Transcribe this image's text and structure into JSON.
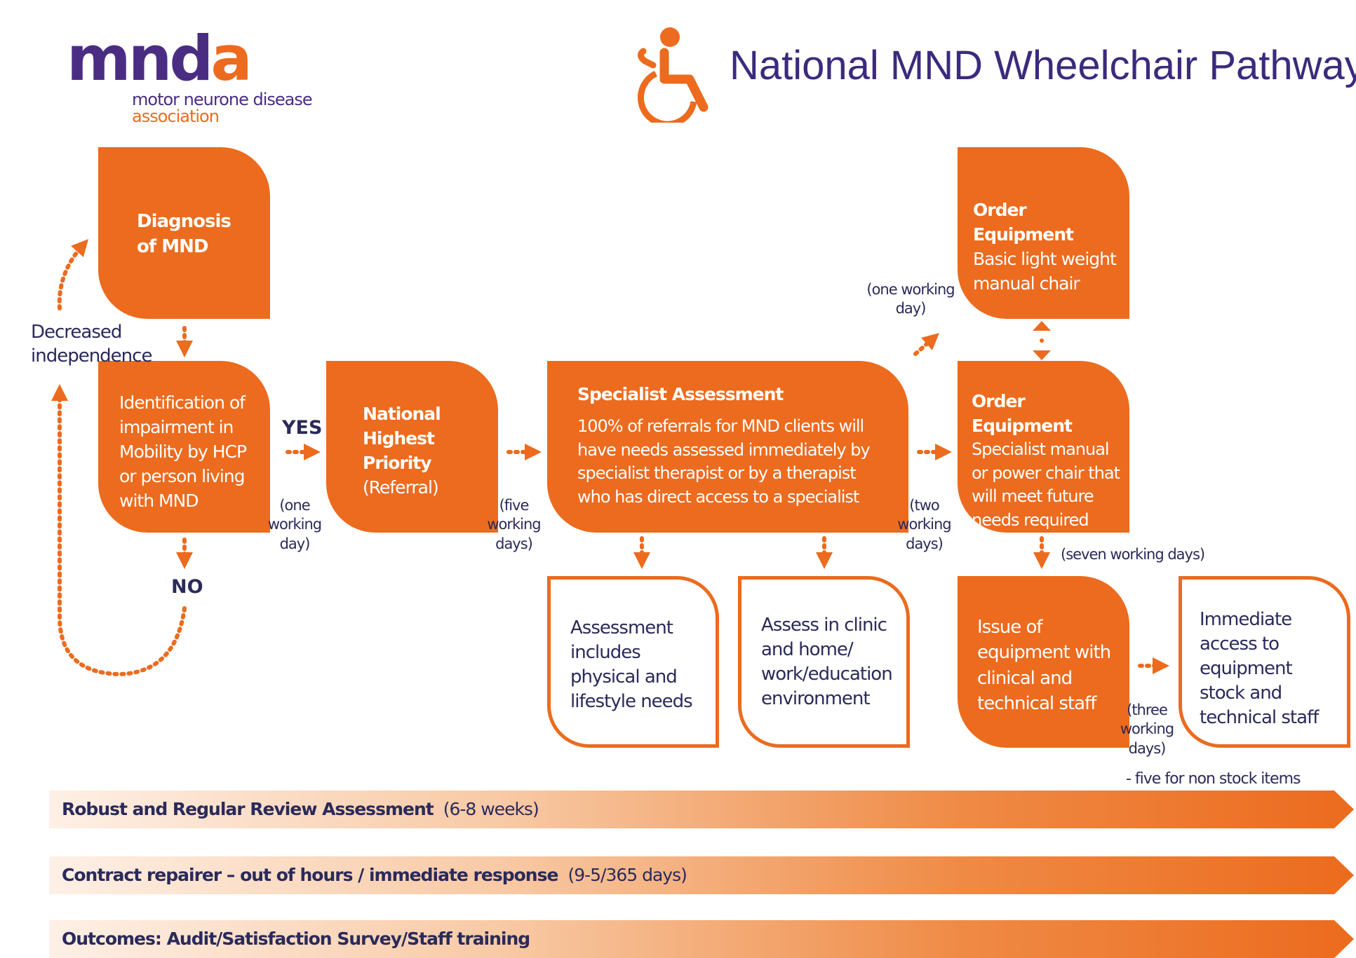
{
  "logo": {
    "word_main": "mnd",
    "word_accent": "a",
    "sub_line1": "motor neurone disease",
    "sub_line2": "association"
  },
  "title": "National MND Wheelchair Pathway",
  "colors": {
    "accent": "#ec6b1e",
    "brand_purple": "#4a2d83",
    "text": "#2a2a5a"
  },
  "icons": [
    "wheelchair-user-icon"
  ],
  "boxes": {
    "diagnosis": "Diagnosis of MND",
    "identification": "Identification of impairment in Mobility by HCP or person living with MND",
    "national_priority": {
      "title": "National Highest Priority",
      "sub": "(Referral)"
    },
    "specialist": {
      "title": "Specialist Assessment",
      "body": "100% of referrals for MND clients will have needs assessed immediately by specialist therapist or by a therapist who has direct access to a specialist"
    },
    "order_basic": {
      "title": "Order Equipment",
      "body": "Basic light weight manual chair"
    },
    "order_specialist": {
      "title": "Order Equipment",
      "body": "Specialist manual or power chair that will meet future needs required"
    },
    "assessment_includes": "Assessment includes physical and lifestyle needs",
    "assess_clinic": "Assess in clinic and home/ work/education environment",
    "issue": "Issue of equipment with clinical and technical staff",
    "immediate_access": "Immediate access to equipment stock and technical staff"
  },
  "labels": {
    "decreased": "Decreased independence",
    "yes": "YES",
    "no": "NO",
    "one_day_a": "(one working day)",
    "five_days": "(five working days)",
    "two_days": "(two working days)",
    "one_day_b": "(one working day)",
    "seven_days": "(seven working days)",
    "three_days": "(three working days)",
    "non_stock": "- five for non stock items"
  },
  "bands": [
    {
      "bold": "Robust and Regular Review Assessment",
      "plain": "(6-8 weeks)"
    },
    {
      "bold": "Contract repairer – out of hours / immediate response",
      "plain": "(9-5/365 days)"
    },
    {
      "bold": "Outcomes: Audit/Satisfaction Survey/Staff training",
      "plain": ""
    }
  ]
}
